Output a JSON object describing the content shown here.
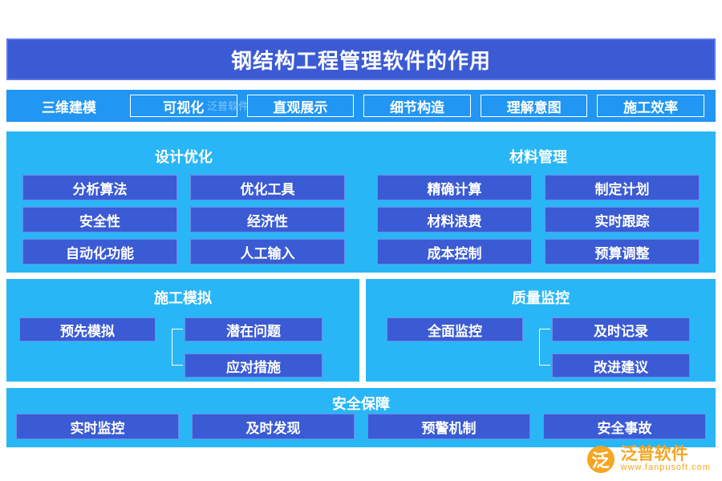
{
  "title": "钢结构工程管理软件的作用",
  "top_row": {
    "lead": "三维建模",
    "tags": [
      "可视化",
      "直观展示",
      "细节构造",
      "理解意图",
      "施工效率"
    ]
  },
  "watermark": "泛普软件",
  "sections": {
    "design": {
      "title": "设计优化",
      "cells": [
        "分析算法",
        "优化工具",
        "安全性",
        "经济性",
        "自动化功能",
        "人工输入"
      ]
    },
    "material": {
      "title": "材料管理",
      "cells": [
        "精确计算",
        "制定计划",
        "材料浪费",
        "实时跟踪",
        "成本控制",
        "预算调整"
      ]
    },
    "simulation": {
      "title": "施工模拟",
      "root": "预先模拟",
      "branches": [
        "潜在问题",
        "应对措施"
      ]
    },
    "quality": {
      "title": "质量监控",
      "root": "全面监控",
      "branches": [
        "及时记录",
        "改进建议"
      ]
    },
    "safety": {
      "title": "安全保障",
      "cells": [
        "实时监控",
        "及时发现",
        "预警机制",
        "安全事故"
      ]
    }
  },
  "logo": {
    "mark": "泛",
    "cn": "泛普软件",
    "en": "www.fanpusoft.com"
  },
  "colors": {
    "title_bg": "#3b5bd4",
    "panel_bg": "#29b6f6",
    "tag_bg": "#2196f3",
    "cell_bg": "#3b5bd4",
    "accent": "#f5a623"
  }
}
